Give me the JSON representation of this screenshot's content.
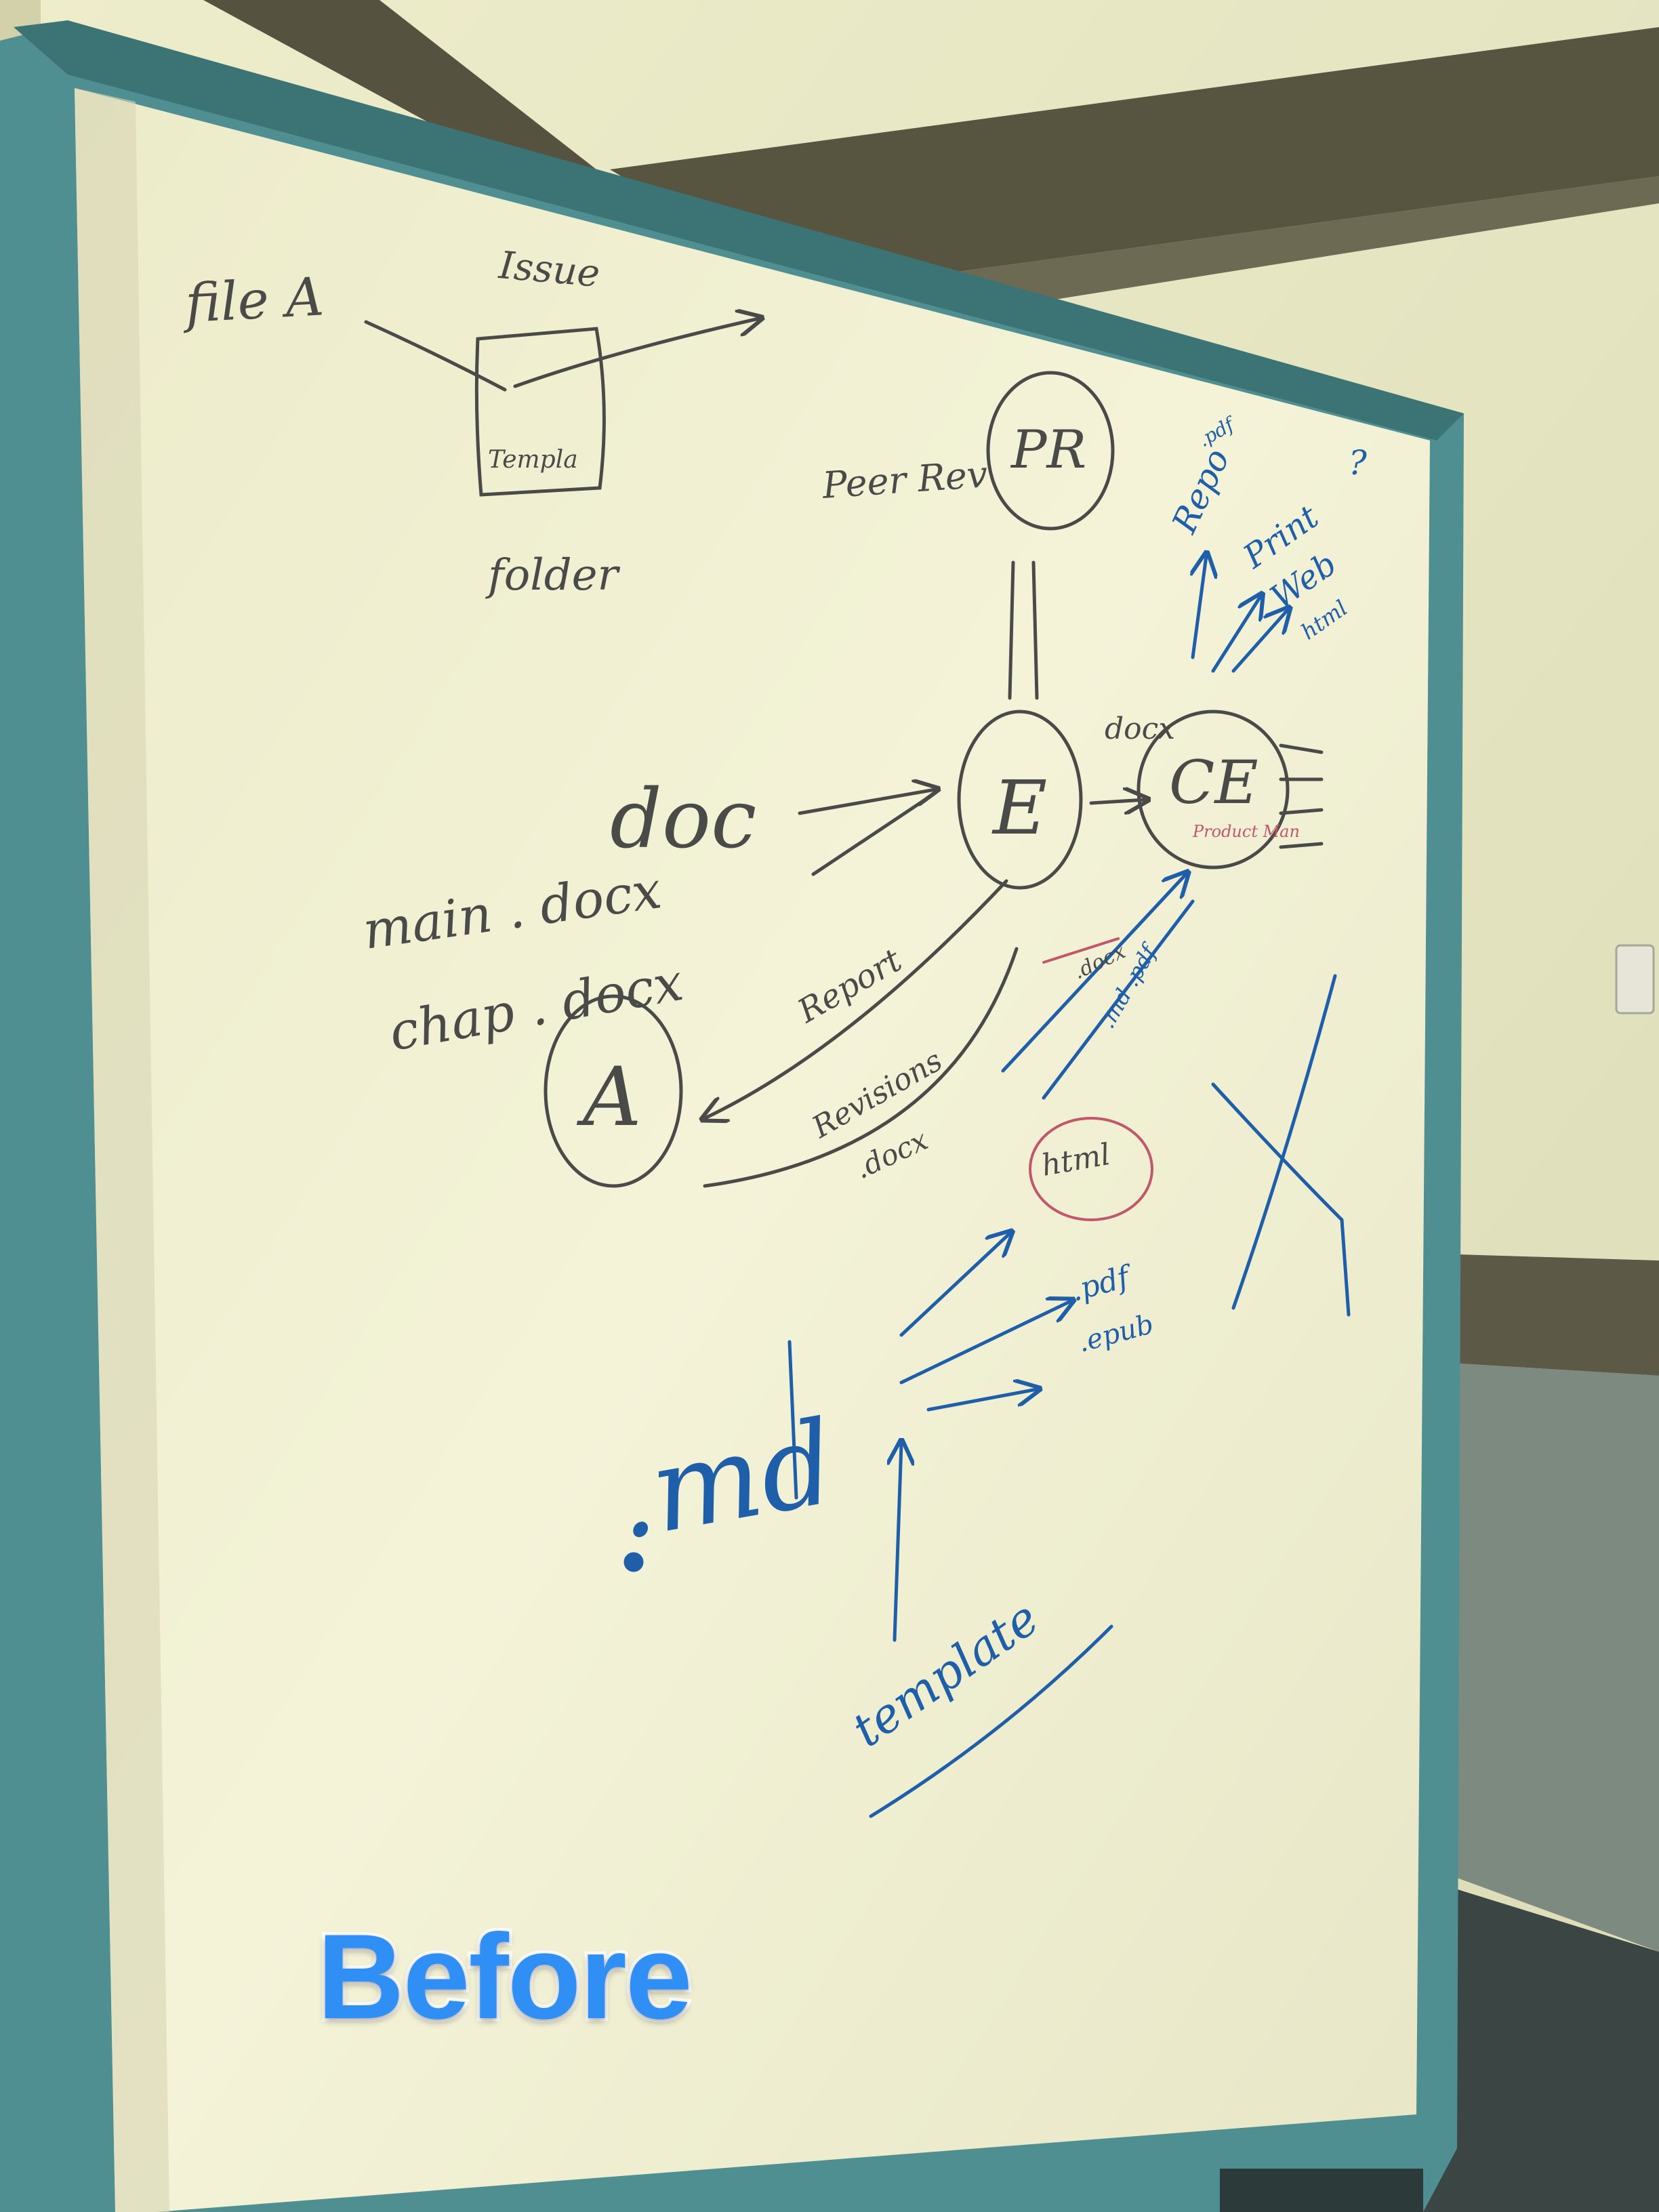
{
  "colors": {
    "wall": "#e8e7c3",
    "wall_shadow": "#c9c8a2",
    "wood_trim": "#4f4d40",
    "board_surface": "#f1f0d2",
    "frame_teal": "#4f8f91",
    "frame_dark": "#2c5456",
    "floor": "#3e4a47",
    "marker_black": "#4a4a48",
    "marker_blue": "#1f5ea8",
    "marker_red": "#c2566b",
    "badge_blue": "#2f8ff5"
  },
  "whiteboard": {
    "upper_left": {
      "file_a": "file A",
      "issue": "Issue",
      "template": "Templa",
      "folder": "folder"
    },
    "peer_review": {
      "label": "Peer Rev",
      "node": "PR"
    },
    "docs": {
      "line1": "doc",
      "line2": "main . docx",
      "line3": "chap . docx"
    },
    "nodes": {
      "editor": "E",
      "copy_editor": "CE",
      "author": "A",
      "product": "Product Man"
    },
    "edge_labels": {
      "docx_top": "docx",
      "report": "Report",
      "revisions": "Revisions",
      "docx_bottom": ".docx",
      "docx_mid": ".docx",
      "md_pdf": ".md .pdf",
      "html": "html"
    },
    "outputs_right": {
      "repo": "Repo",
      "print": "Print",
      "web": "Web",
      "html": "html",
      "pdf": ".pdf",
      "question": "?"
    },
    "markdown": {
      "md": ".md",
      "template": "template",
      "pdf": ".pdf",
      "epub": ".epub"
    }
  },
  "badge": {
    "text": "Before"
  }
}
